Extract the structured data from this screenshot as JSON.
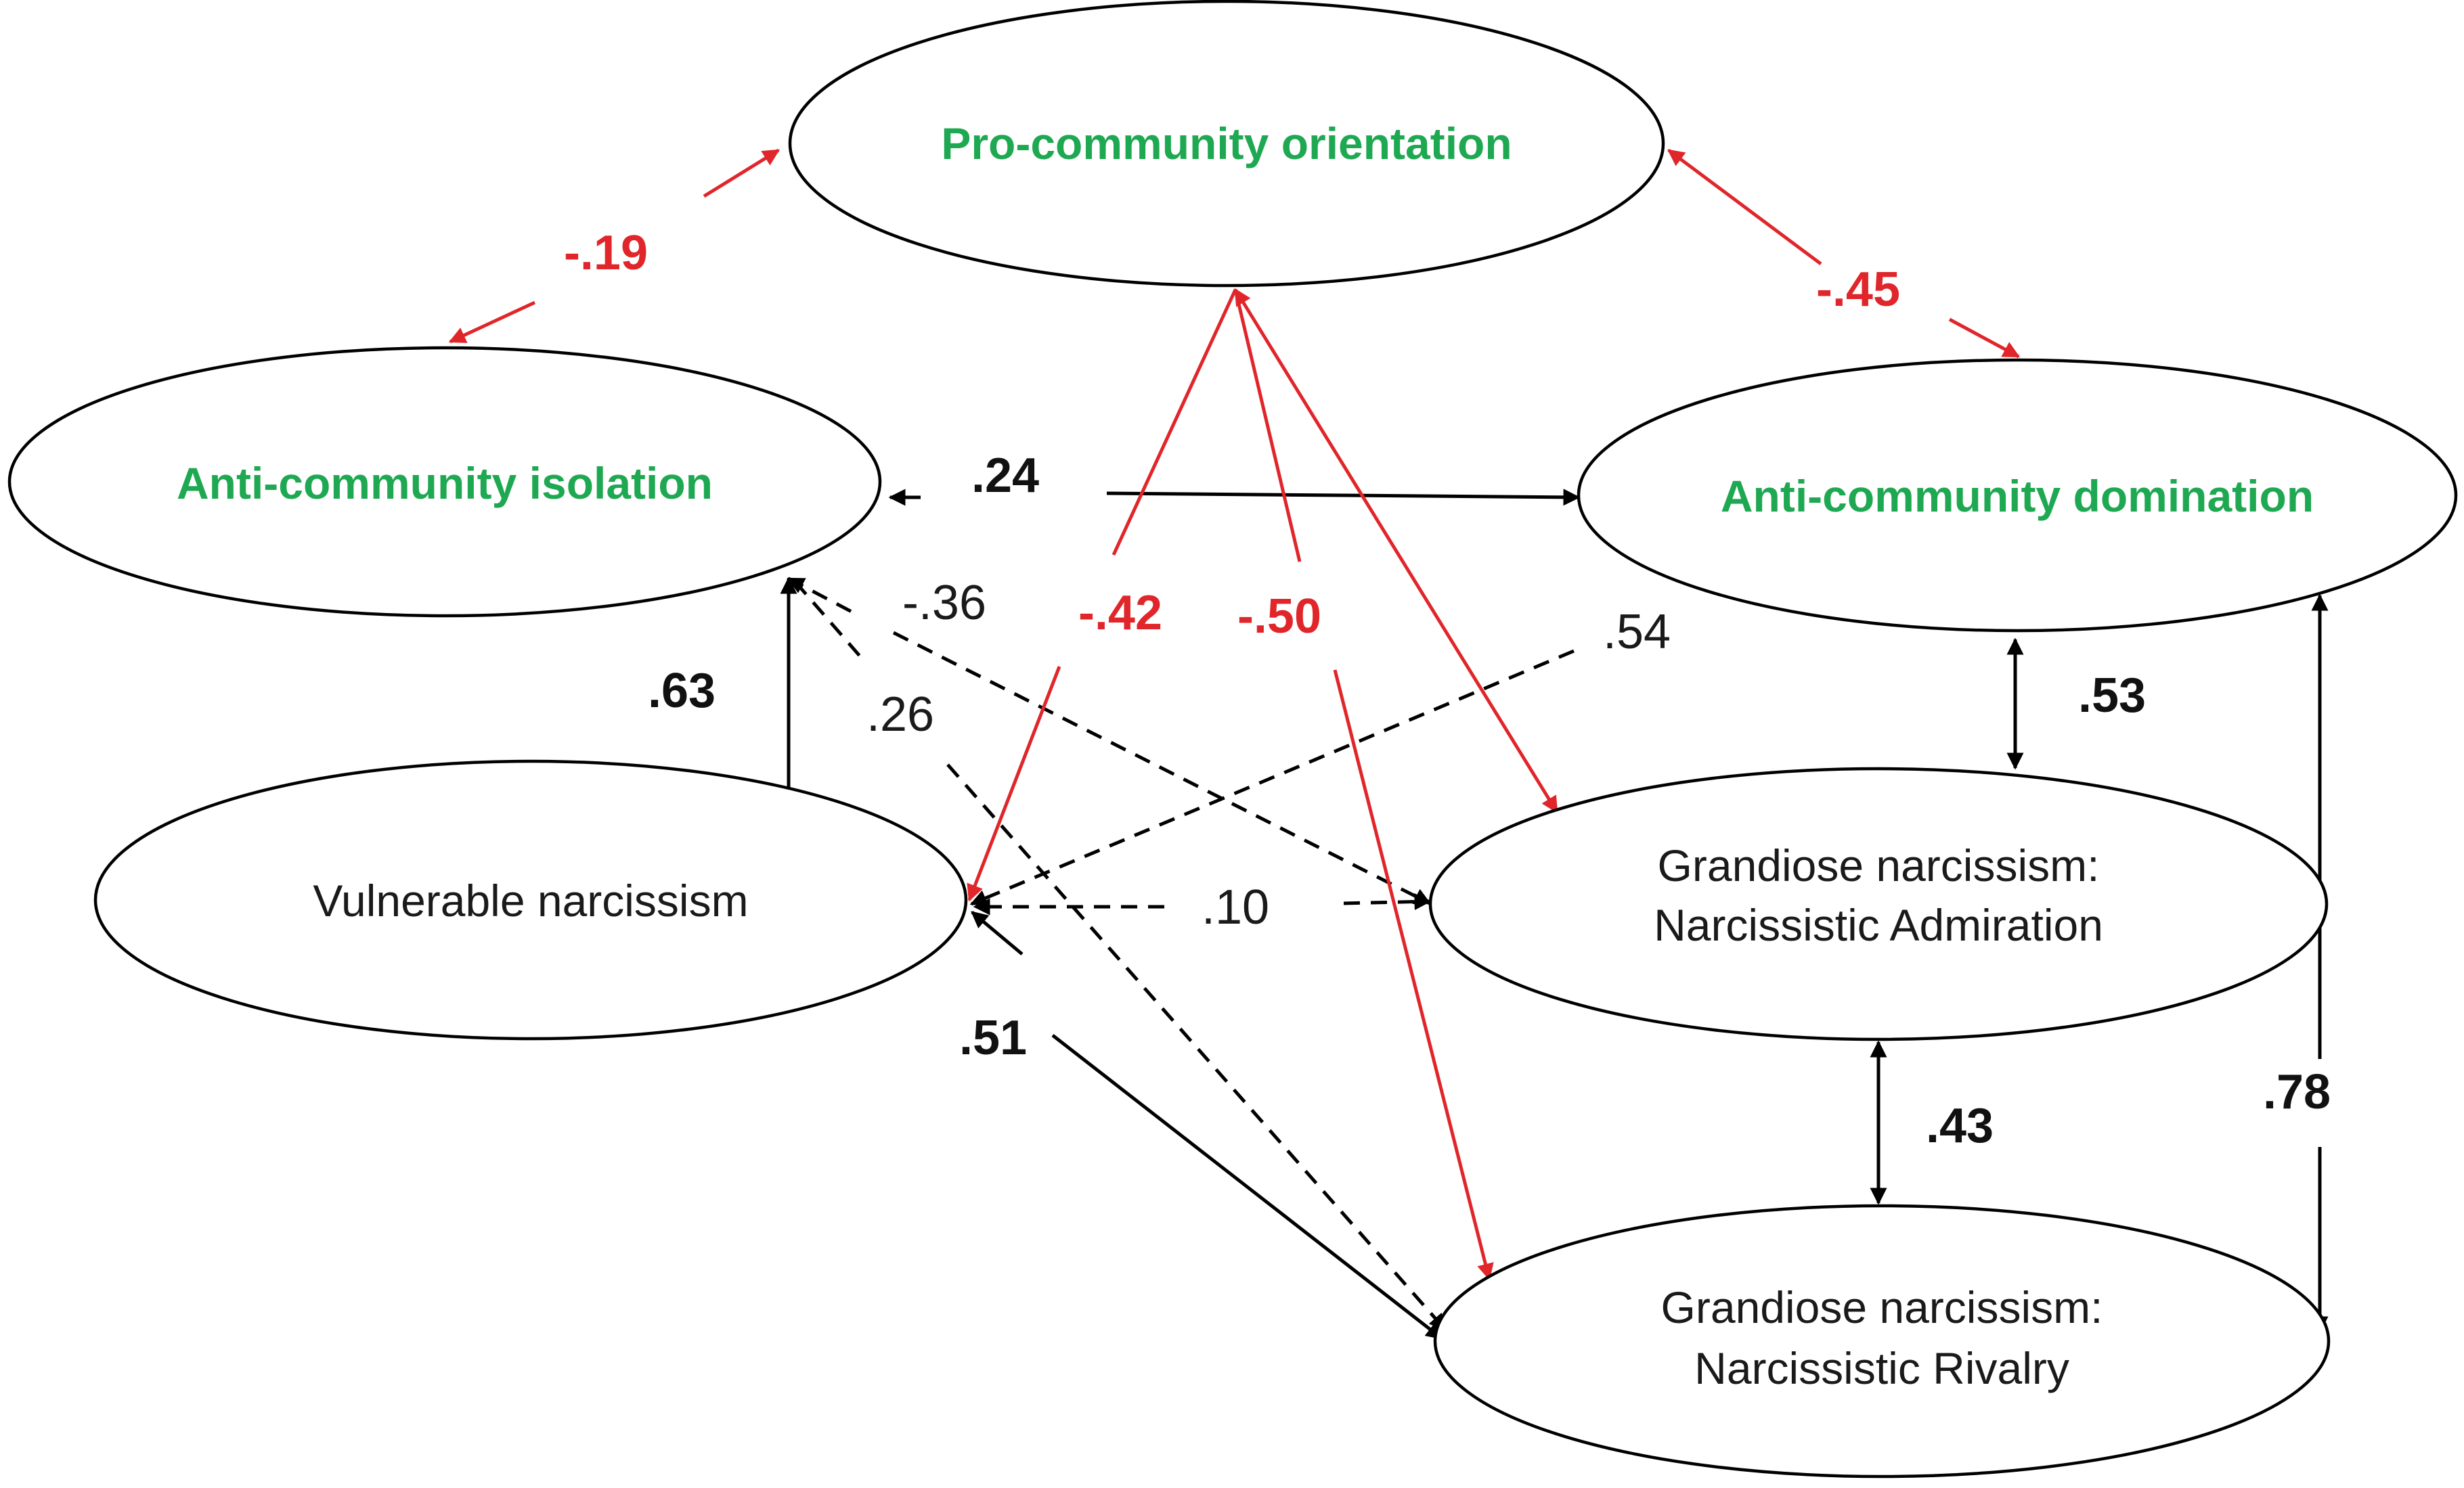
{
  "nodes": {
    "pro_community": "Pro-community orientation",
    "anti_isolation": "Anti-community isolation",
    "anti_domination": "Anti-community domination",
    "vulnerable": "Vulnerable narcissism",
    "admiration_line1": "Grandiose narcissism:",
    "admiration_line2": "Narcissistic Admiration",
    "rivalry_line1": "Grandiose narcissism:",
    "rivalry_line2": "Narcissistic Rivalry"
  },
  "paths": [
    {
      "id": "pro-isolation",
      "from": "Pro-community orientation",
      "to": "Anti-community isolation",
      "coefficient": "-.19",
      "style": "red-solid"
    },
    {
      "id": "pro-domination",
      "from": "Pro-community orientation",
      "to": "Anti-community domination",
      "coefficient": "-.45",
      "style": "red-solid"
    },
    {
      "id": "isolation-domination",
      "from": "Anti-community isolation",
      "to": "Anti-community domination",
      "coefficient": ".24",
      "style": "black-solid"
    },
    {
      "id": "isolation-vulnerable",
      "from": "Anti-community isolation",
      "to": "Vulnerable narcissism",
      "coefficient": ".63",
      "style": "black-solid"
    },
    {
      "id": "isolation-admiration",
      "from": "Anti-community isolation",
      "to": "Grandiose narcissism: Narcissistic Admiration",
      "coefficient": "-.36",
      "style": "black-dashed"
    },
    {
      "id": "isolation-rivalry",
      "from": "Anti-community isolation",
      "to": "Grandiose narcissism: Narcissistic Rivalry",
      "coefficient": ".26",
      "style": "black-dashed"
    },
    {
      "id": "pro-vulnerable",
      "from": "Pro-community orientation",
      "to": "Vulnerable narcissism",
      "coefficient": "-.42",
      "style": "red-solid"
    },
    {
      "id": "pro-rivalry",
      "from": "Pro-community orientation",
      "to": "Grandiose narcissism: Narcissistic Rivalry",
      "coefficient": "-.50",
      "style": "red-solid"
    },
    {
      "id": "pro-admiration",
      "from": "Pro-community orientation",
      "to": "Grandiose narcissism: Narcissistic Admiration",
      "coefficient": "",
      "style": "red-solid"
    },
    {
      "id": "domination-vulnerable",
      "from": "Anti-community domination",
      "to": "Vulnerable narcissism",
      "coefficient": ".54",
      "style": "black-dashed"
    },
    {
      "id": "domination-admiration",
      "from": "Anti-community domination",
      "to": "Grandiose narcissism: Narcissistic Admiration",
      "coefficient": ".53",
      "style": "black-solid"
    },
    {
      "id": "vulnerable-admiration",
      "from": "Vulnerable narcissism",
      "to": "Grandiose narcissism: Narcissistic Admiration",
      "coefficient": ".10",
      "style": "black-dashed"
    },
    {
      "id": "vulnerable-rivalry",
      "from": "Vulnerable narcissism",
      "to": "Grandiose narcissism: Narcissistic Rivalry",
      "coefficient": ".51",
      "style": "black-solid"
    },
    {
      "id": "admiration-rivalry",
      "from": "Grandiose narcissism: Narcissistic Admiration",
      "to": "Grandiose narcissism: Narcissistic Rivalry",
      "coefficient": ".43",
      "style": "black-solid"
    },
    {
      "id": "domination-rivalry",
      "from": "Anti-community domination",
      "to": "Grandiose narcissism: Narcissistic Rivalry",
      "coefficient": ".78",
      "style": "black-solid"
    }
  ],
  "colors": {
    "construct_label": "#1fa852",
    "negative_path": "#e0262a",
    "positive_path": "#000000"
  }
}
